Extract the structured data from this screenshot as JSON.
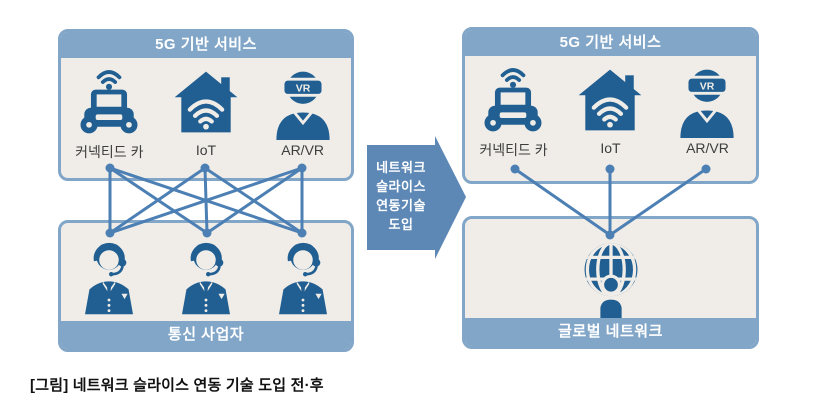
{
  "caption": "[그림] 네트워크 슬라이스 연동 기술 도입 전·후",
  "colors": {
    "panel_accent": "#82a6c8",
    "panel_body": "#f0ede8",
    "arrow": "#5d88b6",
    "connection_line": "#4c7fb3",
    "pictogram": "#215f92",
    "header_text": "#ffffff",
    "label_text": "#3d3d3d"
  },
  "panels": {
    "left_top": {
      "header": "5G 기반 서비스"
    },
    "right_top": {
      "header": "5G 기반 서비스"
    },
    "left_bottom": {
      "header": "통신 사업자"
    },
    "right_bottom": {
      "header": "글로벌 네트워크"
    }
  },
  "services": [
    {
      "label": "커넥티드 카",
      "icon": "connected-car-icon"
    },
    {
      "label": "IoT",
      "icon": "iot-house-icon"
    },
    {
      "label": "AR/VR",
      "icon": "ar-vr-icon"
    }
  ],
  "arrow": {
    "lines": [
      "네트워크",
      "슬라이스",
      "연동기술",
      "도입"
    ]
  },
  "icons": {
    "vr_badge": "VR",
    "operator": "operator-headset-icon",
    "globe": "globe-person-icon"
  },
  "connections": {
    "before": "mesh (3 services × 3 operators)",
    "after": "star (3 services → 1 global network hub)"
  }
}
